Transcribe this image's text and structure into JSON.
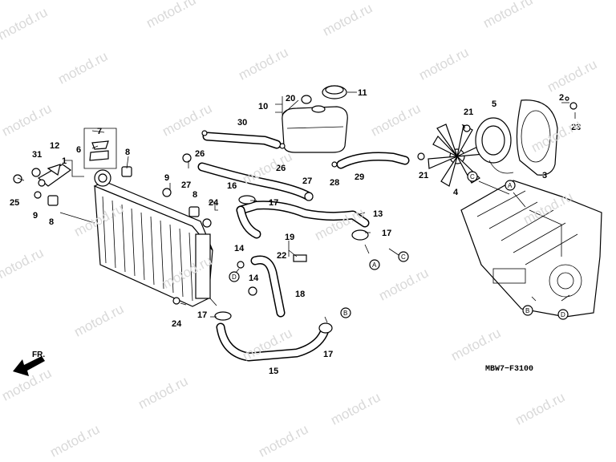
{
  "watermark": {
    "text": "motod.ru"
  },
  "diagram_code": "MBW7−F3100",
  "direction_label": "FR.",
  "callouts": [
    {
      "num": "1"
    },
    {
      "num": "2"
    },
    {
      "num": "3"
    },
    {
      "num": "4"
    },
    {
      "num": "5"
    },
    {
      "num": "6"
    },
    {
      "num": "7"
    },
    {
      "num": "8"
    },
    {
      "num": "8"
    },
    {
      "num": "8"
    },
    {
      "num": "9"
    },
    {
      "num": "9"
    },
    {
      "num": "11"
    },
    {
      "num": "12"
    },
    {
      "num": "13"
    },
    {
      "num": "14"
    },
    {
      "num": "14"
    },
    {
      "num": "15"
    },
    {
      "num": "16"
    },
    {
      "num": "17"
    },
    {
      "num": "17"
    },
    {
      "num": "17"
    },
    {
      "num": "17"
    },
    {
      "num": "18"
    },
    {
      "num": "19"
    },
    {
      "num": "20"
    },
    {
      "num": "21"
    },
    {
      "num": "21"
    },
    {
      "num": "22"
    },
    {
      "num": "23"
    },
    {
      "num": "24"
    },
    {
      "num": "24"
    },
    {
      "num": "25"
    },
    {
      "num": "26"
    },
    {
      "num": "26"
    },
    {
      "num": "27"
    },
    {
      "num": "27"
    },
    {
      "num": "28"
    },
    {
      "num": "29"
    },
    {
      "num": "30"
    },
    {
      "num": "31"
    },
    {
      "num": "10"
    }
  ],
  "reference_markers": [
    {
      "letter": "A"
    },
    {
      "letter": "A"
    },
    {
      "letter": "B"
    },
    {
      "letter": "B"
    },
    {
      "letter": "C"
    },
    {
      "letter": "C"
    },
    {
      "letter": "D"
    },
    {
      "letter": "D"
    }
  ]
}
